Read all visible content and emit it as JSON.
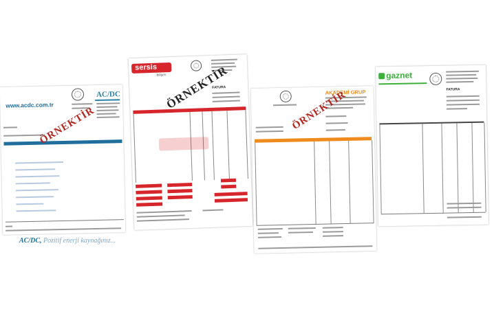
{
  "stamp_text": "ÖRNEKTİR",
  "acdc": {
    "website": "www.acdc.com.tr",
    "logo": "AC/DC",
    "footer_brand": "AC/DC,",
    "footer_slogan": "Pozitif enerji kaynağınız..."
  },
  "sersis": {
    "logo": "sersis",
    "logo_sub": "bilişim",
    "doc_title": "FATURA"
  },
  "akademi": {
    "company": "AKADEMİ GRUP"
  },
  "gaznet": {
    "logo": "gaznet",
    "doc_title": "FATURA"
  },
  "colors": {
    "acdc_blue": "#1f6e9c",
    "acdc_teal": "#2a7fa6",
    "sersis_red": "#d7262b",
    "akademi_orange": "#ef8a1c",
    "gaznet_green": "#3cae3a",
    "stamp_red": "#b3261e"
  }
}
